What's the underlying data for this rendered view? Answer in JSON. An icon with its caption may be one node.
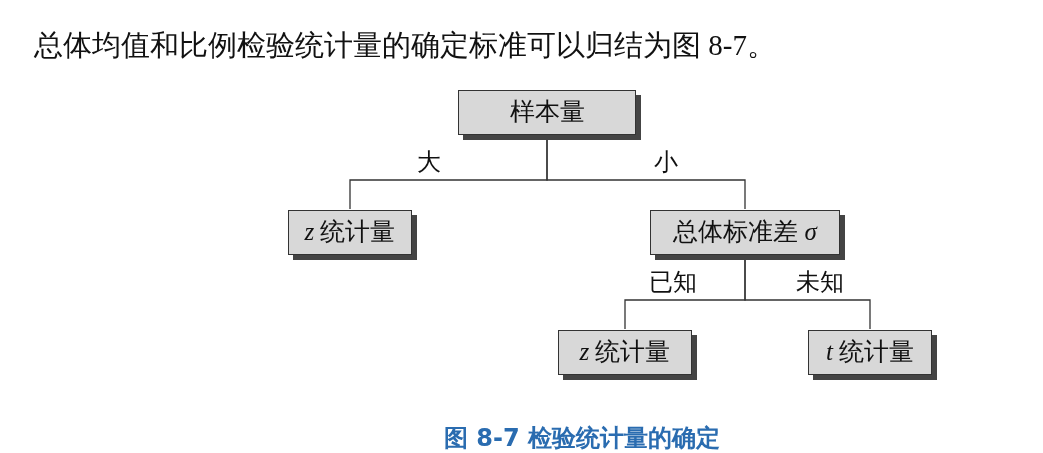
{
  "diagram": {
    "caption": "图 8-7 检验统计量的确定",
    "nodes": [
      {
        "text": [
          "样本量"
        ]
      },
      {
        "text": [
          "*z* 统计量"
        ]
      },
      {
        "text": [
          "总体标准差 *σ*"
        ]
      },
      {
        "text": [
          "*z* 统计量"
        ]
      },
      {
        "text": [
          "*t* 统计量"
        ]
      }
    ],
    "edges": [
      {
        "from": 0,
        "to": 1,
        "arrow": "none",
        "label": "大"
      },
      {
        "from": 0,
        "to": 2,
        "arrow": "none",
        "label": "小"
      },
      {
        "from": 2,
        "to": 3,
        "arrow": "none",
        "label": "已知"
      },
      {
        "from": 2,
        "to": 4,
        "arrow": "none",
        "label": "未知"
      }
    ],
    "labels": [
      "总体均值和比例检验统计量的确定标准可以归结为图 8-7。"
    ]
  }
}
